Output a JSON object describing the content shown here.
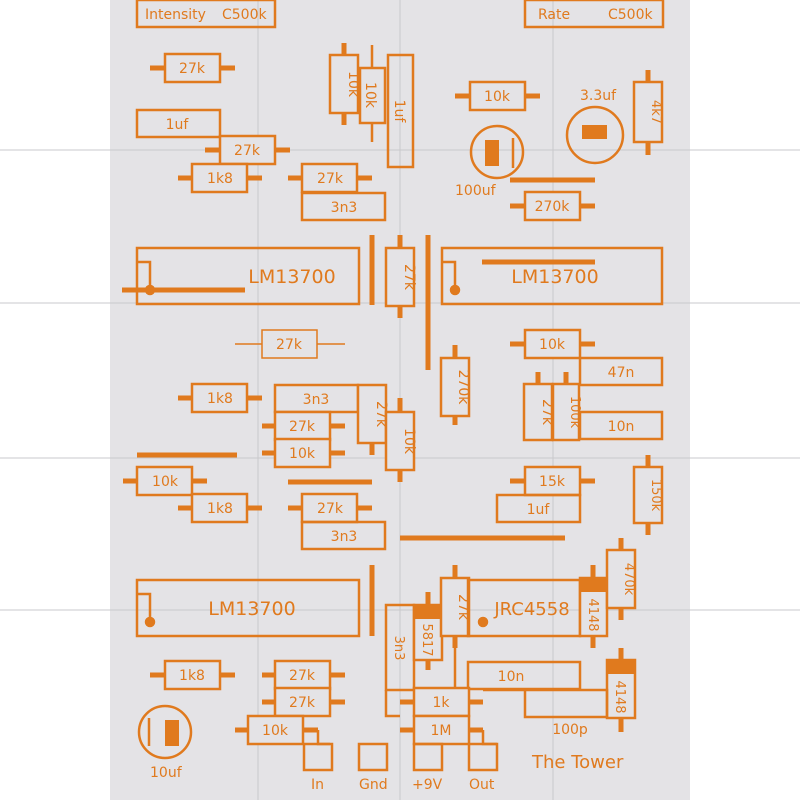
{
  "colors": {
    "board": "#e4e3e6",
    "trace": "#e07a1e",
    "grid": "#c9c8cc",
    "background": "#ffffff"
  },
  "pots": [
    {
      "label": "Intensity",
      "value": "C500k"
    },
    {
      "label": "Rate",
      "value": "C500k"
    }
  ],
  "ics": [
    "LM13700",
    "LM13700",
    "LM13700",
    "JRC4558"
  ],
  "resistors": {
    "r1": "27k",
    "r2": "10k",
    "r3": "10k",
    "r4": "10k",
    "r5": "4k7",
    "r6": "27k",
    "r7": "1k8",
    "r8": "27k",
    "r9": "270k",
    "r10": "27k",
    "r11": "27k",
    "r12": "10k",
    "r13": "270k",
    "r14": "1k8",
    "r15": "27k",
    "r16": "27k",
    "r17": "10k",
    "r18": "10k",
    "r19": "27k",
    "r20": "100k",
    "r21": "10k",
    "r22": "1k8",
    "r23": "15k",
    "r24": "150k",
    "r25": "27k",
    "r26": "470k",
    "r27": "27k",
    "r28": "1k8",
    "r29": "27k",
    "r30": "27k",
    "r31": "10k",
    "r32": "1k",
    "r33": "1M"
  },
  "capacitors": {
    "c1": "1uf",
    "c2": "3.3uf",
    "c3": "1uf",
    "c4": "100uf",
    "c5": "3n3",
    "c6": "3n3",
    "c7": "47n",
    "c8": "10n",
    "c9": "1uf",
    "c10": "3n3",
    "c11": "3n3",
    "c12": "10n",
    "c13": "100p",
    "c14": "10uf"
  },
  "diodes": {
    "d1": "5817",
    "d2": "4148",
    "d3": "4148"
  },
  "pads": [
    "In",
    "Gnd",
    "+9V",
    "Out"
  ],
  "title": "The Tower"
}
